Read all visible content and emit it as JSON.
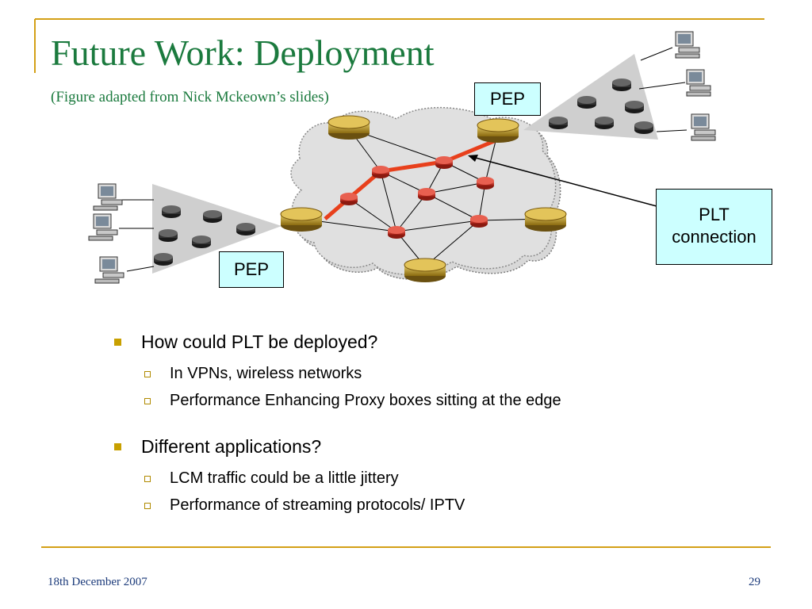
{
  "slide": {
    "title": "Future Work: Deployment",
    "subtitle": "(Figure adapted from Nick Mckeown’s slides)",
    "accent_color": "#d4a017",
    "title_color": "#1b7a3e"
  },
  "diagram": {
    "pep_top_label": "PEP",
    "pep_bottom_label": "PEP",
    "plt_label_line1": "PLT",
    "plt_label_line2": "connection",
    "path_color": "#e8401c"
  },
  "bullets": [
    {
      "text": "How could PLT be deployed?",
      "sub": [
        "In VPNs, wireless networks",
        "Performance Enhancing Proxy boxes sitting at the edge"
      ]
    },
    {
      "text": "Different applications?",
      "sub": [
        "LCM traffic could be a little jittery",
        "Performance of streaming protocols/ IPTV"
      ]
    }
  ],
  "footer": {
    "date": "18th December 2007",
    "page": "29"
  }
}
